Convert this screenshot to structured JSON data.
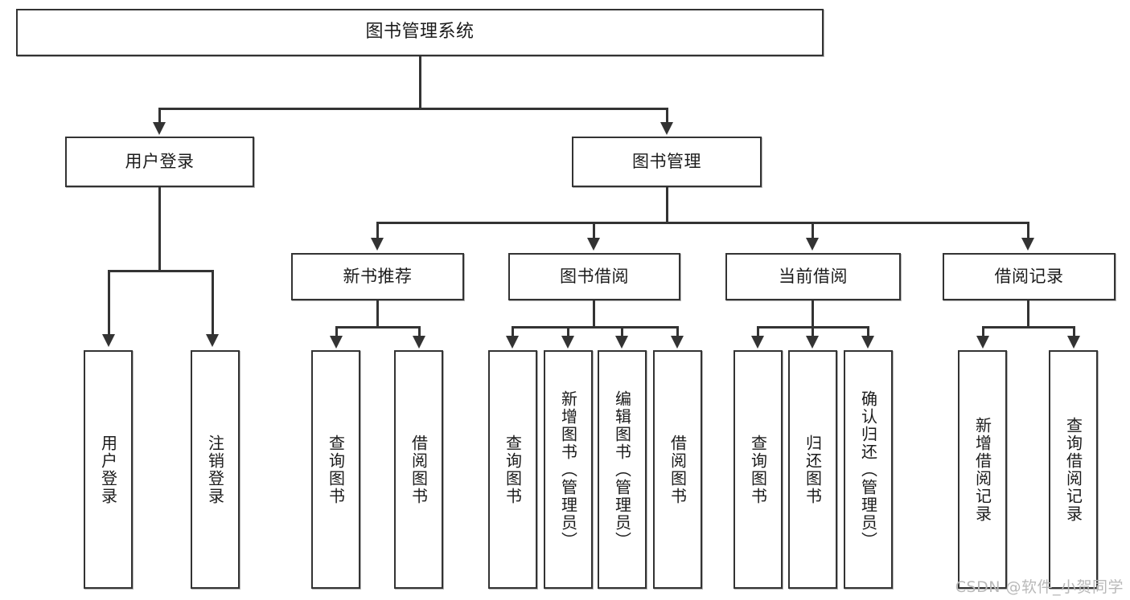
{
  "diagram": {
    "title": "图书管理系统",
    "watermark": "CSDN @软件_小贺同学",
    "type": "tree",
    "root": {
      "label": "图书管理系统"
    },
    "level2": [
      {
        "label": "用户登录"
      },
      {
        "label": "图书管理"
      }
    ],
    "level3": [
      {
        "label": "新书推荐"
      },
      {
        "label": "图书借阅"
      },
      {
        "label": "当前借阅"
      },
      {
        "label": "借阅记录"
      }
    ],
    "leaves": {
      "user_login": [
        {
          "label": "用户登录"
        },
        {
          "label": "注销登录"
        }
      ],
      "new_book": [
        {
          "label": "查询图书"
        },
        {
          "label": "借阅图书"
        }
      ],
      "book_borrow": [
        {
          "label": "查询图书"
        },
        {
          "label": "新增图书（管理员）"
        },
        {
          "label": "编辑图书（管理员）"
        },
        {
          "label": "借阅图书"
        }
      ],
      "current_borrow": [
        {
          "label": "查询图书"
        },
        {
          "label": "归还图书"
        },
        {
          "label": "确认归还（管理员）"
        }
      ],
      "borrow_record": [
        {
          "label": "新增借阅记录"
        },
        {
          "label": "查询借阅记录"
        }
      ]
    },
    "colors": {
      "stroke": "#333333",
      "fill": "#ffffff",
      "text": "#1b1b1b",
      "watermark": "#b9b9b9"
    }
  }
}
